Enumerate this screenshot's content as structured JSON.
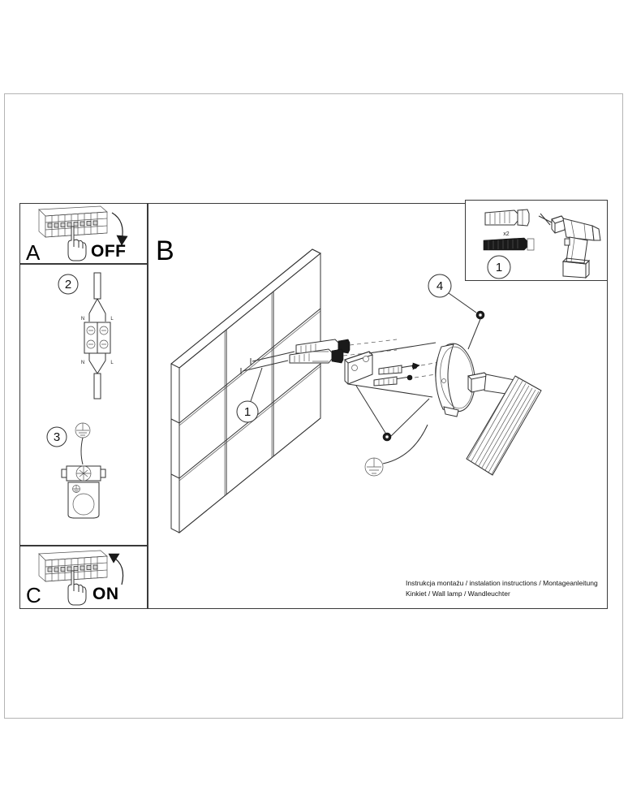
{
  "document": {
    "type": "installation-instruction-sheet",
    "product": "Wall lamp",
    "caption_line1": "Instrukcja montażu / instalation instructions / Montageanleitung",
    "caption_line2": "Kinkiet / Wall lamp / Wandleuchter"
  },
  "panels": {
    "a": {
      "letter": "A",
      "action_label": "OFF",
      "description": "Switch off the circuit breaker in the distribution board"
    },
    "b": {
      "letter": "B",
      "description": "Mount the wall lamp on the wall"
    },
    "c": {
      "letter": "C",
      "action_label": "ON",
      "description": "Switch the circuit breaker back on"
    }
  },
  "steps": [
    {
      "number": "1",
      "quantity_label": "x2",
      "description": "Drill holes and insert wall plugs with screws"
    },
    {
      "number": "2",
      "description": "Connect N and L wires in the terminal block",
      "terminals": [
        "N",
        "L",
        "N",
        "L"
      ]
    },
    {
      "number": "3",
      "description": "Connect the protective earth conductor"
    },
    {
      "number": "4",
      "description": "Fix the lamp base to the bracket with the screws"
    }
  ],
  "wiring": {
    "neutral_label_top": "N",
    "live_label_top": "L",
    "neutral_label_bottom": "N",
    "live_label_bottom": "L"
  },
  "icons": {
    "earth_symbol": "earth-ground-icon",
    "drill": "power-drill-icon",
    "hand": "pointing-hand-icon",
    "arrow_down": "arrow-down-curved-icon",
    "arrow_up": "arrow-up-curved-icon"
  },
  "colors": {
    "line": "#333333",
    "border": "#3a3a3a",
    "page_border": "#b4b4b4",
    "background": "#ffffff"
  }
}
